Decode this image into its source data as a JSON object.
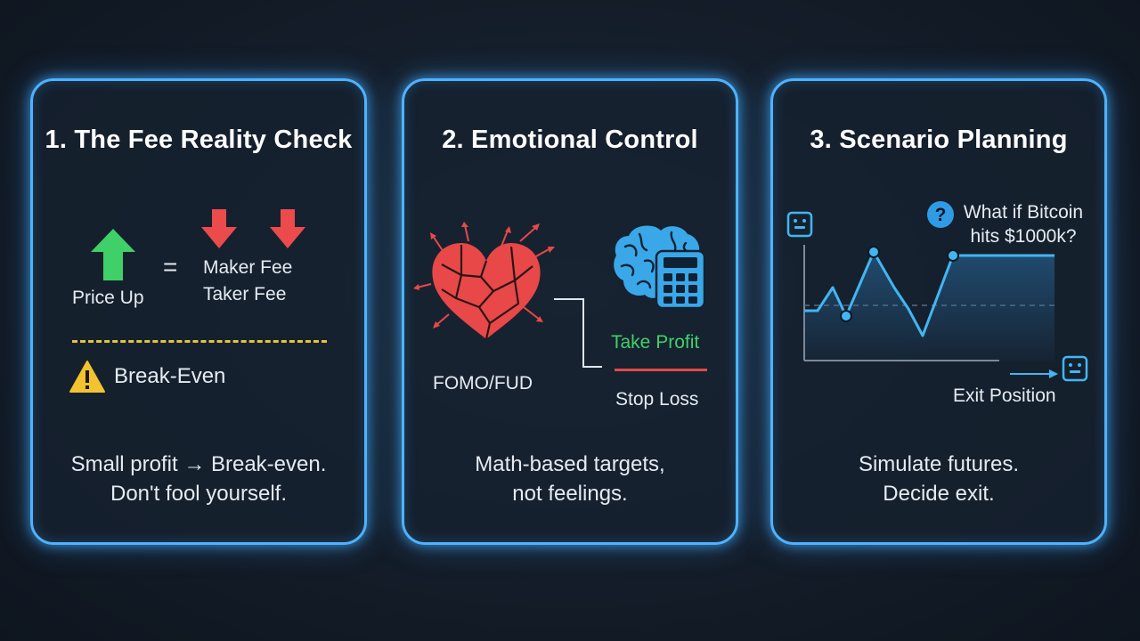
{
  "cards": [
    {
      "title": "1. The Fee Reality Check",
      "price_label": "Price Up",
      "equals": "=",
      "fees": [
        "Maker Fee",
        "Taker Fee"
      ],
      "breakeven_label": "Break-Even",
      "caption": [
        "Small profit → Break-even.",
        "Don't fool yourself."
      ],
      "colors": {
        "up": "#3fd068",
        "down": "#ec4b4b",
        "dashed": "#e6c23a",
        "warning": "#f2c230"
      },
      "icons": [
        "arrow-up-icon",
        "arrow-down-icon",
        "warning-icon"
      ]
    },
    {
      "title": "2. Emotional Control",
      "fomo_label": "FOMO/FUD",
      "take_profit_label": "Take Profit",
      "stop_loss_label": "Stop Loss",
      "caption": [
        "Math-based targets,",
        "not feelings."
      ],
      "colors": {
        "heart": "#e84848",
        "take_profit": "#3fd068",
        "stop_loss": "#e14a4a",
        "brain": "#3aa7e8"
      },
      "icons": [
        "broken-heart-icon",
        "brain-icon",
        "calculator-icon"
      ]
    },
    {
      "title": "3. Scenario Planning",
      "question": [
        "What if Bitcoin",
        "hits $1000k?"
      ],
      "exit_label": "Exit Position",
      "caption": [
        "Simulate futures.",
        "Decide exit."
      ],
      "colors": {
        "line": "#41b6f2",
        "question": "#2f9be6"
      },
      "icons": [
        "question-icon",
        "scenario-icon",
        "exit-icon"
      ]
    }
  ]
}
